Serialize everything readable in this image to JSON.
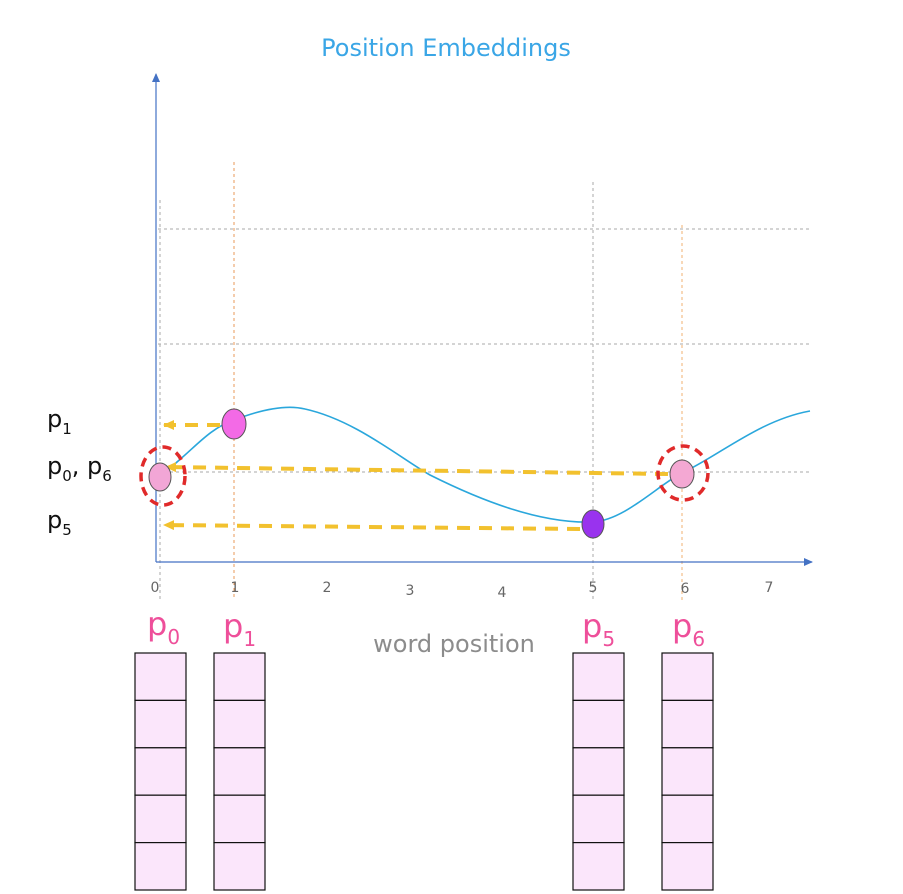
{
  "title": "Position Embeddings",
  "x_axis": {
    "label": "word position",
    "ticks": [
      "0",
      "1",
      "2",
      "3",
      "4",
      "5",
      "6",
      "7"
    ]
  },
  "y_labels": [
    {
      "text": "p",
      "sub": "1"
    },
    {
      "text": "p",
      "sub": "0"
    },
    {
      "text": ", ",
      "sub": ""
    },
    {
      "text": "p",
      "sub": "6"
    },
    {
      "text": "p",
      "sub": "5"
    }
  ],
  "vector_labels": [
    {
      "text": "p",
      "sub": "0"
    },
    {
      "text": "p",
      "sub": "1"
    },
    {
      "text": "p",
      "sub": "5"
    },
    {
      "text": "p",
      "sub": "6"
    }
  ],
  "vectors": [
    {
      "position": 0,
      "cells": 5
    },
    {
      "position": 1,
      "cells": 5
    },
    {
      "position": 5,
      "cells": 5
    },
    {
      "position": 6,
      "cells": 5
    }
  ],
  "highlighted_points": [
    {
      "position": 0,
      "color": "#f2a6d6",
      "circled": true
    },
    {
      "position": 1,
      "color": "#f36ae6",
      "circled": false
    },
    {
      "position": 5,
      "color": "#9933ee",
      "circled": false
    },
    {
      "position": 6,
      "color": "#f4a8d3",
      "circled": true
    }
  ],
  "colors": {
    "title": "#3aa6e6",
    "curve": "#2aa7dc",
    "axis": "#4472c4",
    "arrow": "#f2c12e",
    "circle": "#e02a2a",
    "vector_fill": "#fbe6fb",
    "vector_label": "#ee4f9a"
  }
}
